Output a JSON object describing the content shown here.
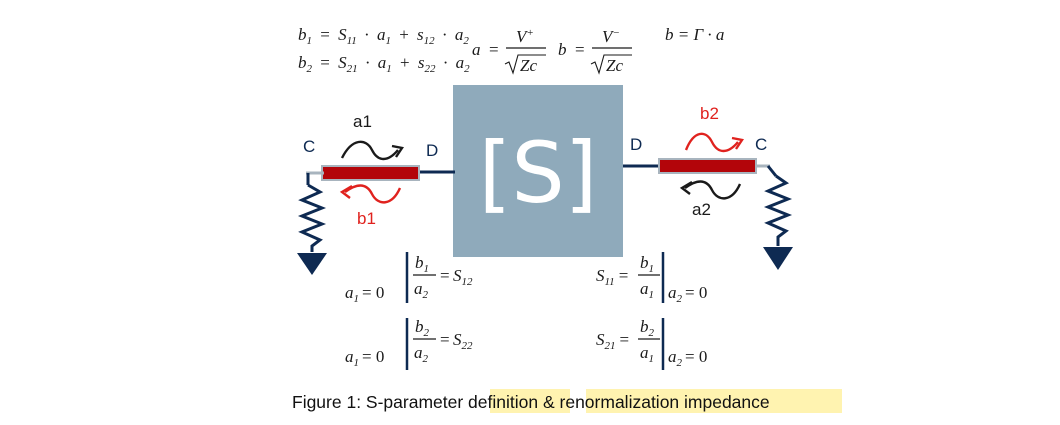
{
  "colors": {
    "s_box": "#8faabb",
    "navy": "#0e2a52",
    "red_line": "#b3050a",
    "red_arrow": "#e0221e",
    "black_arrow": "#1a1a1a",
    "highlight": "#fff3b0"
  },
  "top_equations": {
    "b1_lhs": "b",
    "b1_lhs_sub": "1",
    "b1_eq": "=",
    "b1_S": "S",
    "b1_S_sub": "11",
    "b1_dot1": "·",
    "b1_a": "a",
    "b1_a_sub": "1",
    "b1_plus": "+",
    "b1_s": "s",
    "b1_s_sub": "12",
    "b1_dot2": "·",
    "b1_a2": "a",
    "b1_a2_sub": "2",
    "b2_lhs": "b",
    "b2_lhs_sub": "2",
    "b2_eq": "=",
    "b2_S": "S",
    "b2_S_sub": "21",
    "b2_dot1": "·",
    "b2_a": "a",
    "b2_a_sub": "1",
    "b2_plus": "+",
    "b2_s": "s",
    "b2_s_sub": "22",
    "b2_dot2": "·",
    "b2_a2": "a",
    "b2_a2_sub": "2",
    "a_def_lhs": "a",
    "a_def_eq": "=",
    "a_def_num": "V",
    "a_def_num_sup": "+",
    "a_def_den": "Zc",
    "b_def_lhs": "b",
    "b_def_eq": "=",
    "b_def_num": "V",
    "b_def_num_sup": "−",
    "b_def_den": "Zc",
    "gamma_eq": "b = Γ · a"
  },
  "diagram": {
    "s_box_label": "[S]",
    "port1": {
      "c_label": "C",
      "d_label": "D",
      "incident_label": "a1",
      "reflected_label": "b1"
    },
    "port2": {
      "c_label": "C",
      "d_label": "D",
      "incident_label": "a2",
      "reflected_label": "b2"
    }
  },
  "bottom_equations": {
    "left_top": {
      "cond": "a",
      "cond_sub": "1",
      "cond_eq": "= 0",
      "num": "b",
      "num_sub": "1",
      "den": "a",
      "den_sub": "2",
      "eq": "=",
      "rhs": "S",
      "rhs_sub": "12"
    },
    "left_bottom": {
      "cond": "a",
      "cond_sub": "1",
      "cond_eq": "= 0",
      "num": "b",
      "num_sub": "2",
      "den": "a",
      "den_sub": "2",
      "eq": "=",
      "rhs": "S",
      "rhs_sub": "22"
    },
    "right_top": {
      "lhs": "S",
      "lhs_sub": "11",
      "eq": "=",
      "num": "b",
      "num_sub": "1",
      "den": "a",
      "den_sub": "1",
      "cond": "a",
      "cond_sub": "2",
      "cond_eq": "= 0"
    },
    "right_bottom": {
      "lhs": "S",
      "lhs_sub": "21",
      "eq": "=",
      "num": "b",
      "num_sub": "2",
      "den": "a",
      "den_sub": "1",
      "cond": "a",
      "cond_sub": "2",
      "cond_eq": "= 0"
    }
  },
  "caption": {
    "prefix": "Figure 1: S-parameter ",
    "highlight1": "definition",
    "middle": " & ",
    "highlight2": "renormalization impedance"
  }
}
